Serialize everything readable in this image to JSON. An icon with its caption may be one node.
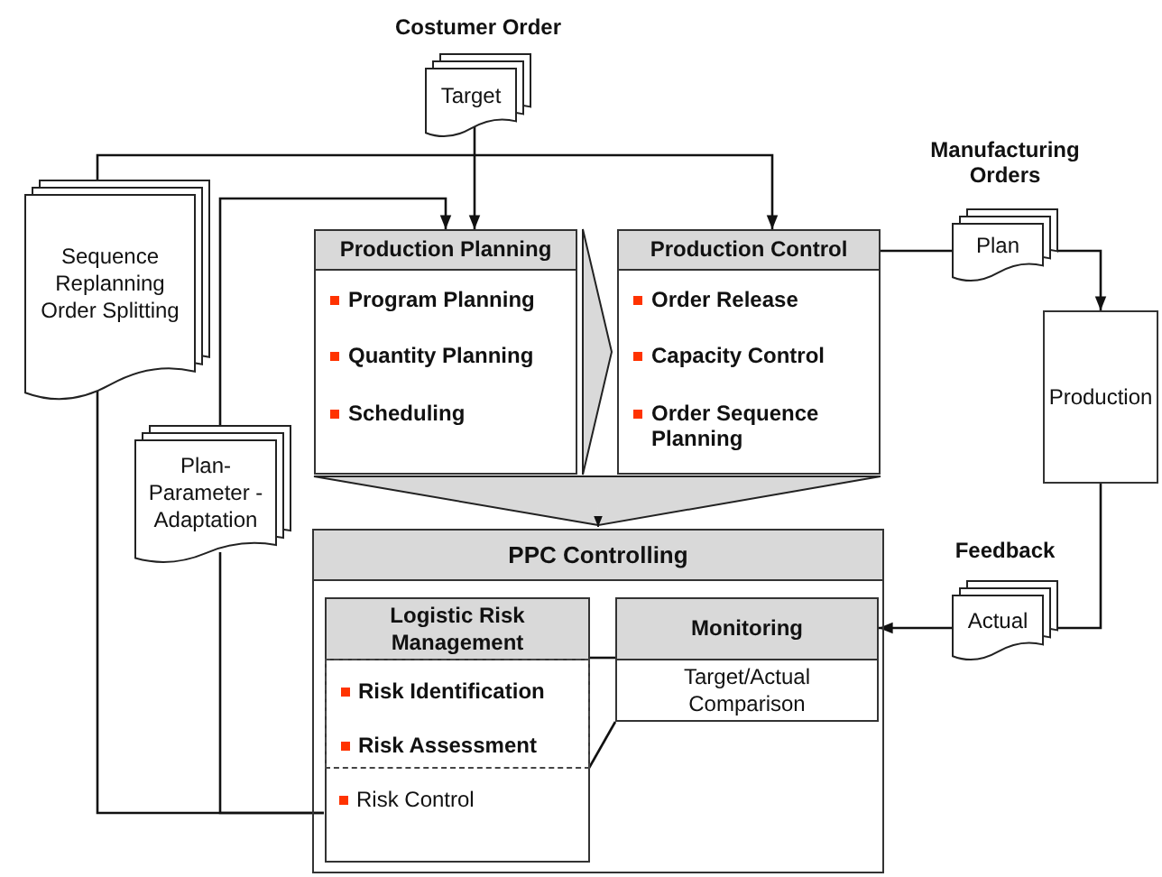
{
  "diagram": {
    "nodes": [
      {
        "text": [
          "Target"
        ],
        "beside": [
          "Costumer Order"
        ]
      },
      {
        "text": [
          "Sequence Replanning Order Splitting"
        ]
      },
      {
        "text": [
          "Production Planning",
          "Program Planning",
          "Quantity Planning",
          "Scheduling"
        ]
      },
      {
        "text": [
          "Production Control",
          "Order Release",
          "Capacity Control",
          "Order Sequence Planning"
        ]
      },
      {
        "text": [
          "Plan"
        ],
        "beside": [
          "Manufacturing Orders"
        ]
      },
      {
        "text": [
          "Production"
        ]
      },
      {
        "text": [
          "Plan- Parameter -Adaptation"
        ]
      },
      {
        "text": [
          "PPC Controlling"
        ]
      },
      {
        "text": [
          "Logistic Risk Management"
        ],
        "in": 7
      },
      {
        "text": [
          "Risk Identification",
          "Risk Assessment"
        ],
        "in": 8
      },
      {
        "text": [
          "Risk Control"
        ],
        "in": 8
      },
      {
        "text": [
          "Monitoring",
          "Target/Actual Comparison"
        ],
        "in": 7
      },
      {
        "text": [
          "Actual"
        ],
        "beside": [
          "Feedback"
        ]
      }
    ],
    "edges": [
      {
        "from": 0,
        "to": 2,
        "arrow": "to"
      },
      {
        "from": 1,
        "to": 3,
        "arrow": "to"
      },
      {
        "from": 6,
        "to": 2,
        "arrow": "to"
      },
      {
        "from": 2,
        "to": 3,
        "arrow": "to"
      },
      {
        "from": 2,
        "to": 7,
        "arrow": "to"
      },
      {
        "from": 3,
        "to": 7,
        "arrow": "to"
      },
      {
        "from": 3,
        "to": 4,
        "arrow": "none"
      },
      {
        "from": 4,
        "to": 5,
        "arrow": "to"
      },
      {
        "from": 5,
        "to": 12,
        "arrow": "none"
      },
      {
        "from": 12,
        "to": 11,
        "arrow": "to"
      },
      {
        "from": 10,
        "to": 1,
        "arrow": "none"
      },
      {
        "from": 10,
        "to": 6,
        "arrow": "none"
      },
      {
        "from": 9,
        "to": 11,
        "arrow": "none"
      },
      {
        "from": 9,
        "to": 11,
        "arrow": "none"
      }
    ]
  }
}
